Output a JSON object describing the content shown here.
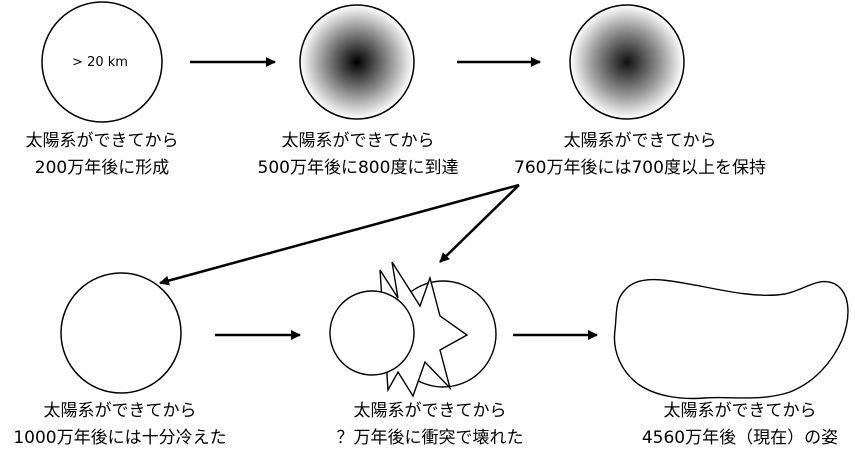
{
  "stages": [
    {
      "line1": "太陽系ができてから",
      "line2": "200万年後に形成",
      "annotation": "> 20 km"
    },
    {
      "line1": "太陽系ができてから",
      "line2": "500万年後に800度に到達"
    },
    {
      "line1": "太陽系ができてから",
      "line2": "760万年後には700度以上を保持"
    },
    {
      "line1": "太陽系ができてから",
      "line2": "1000万年後には十分冷えた"
    },
    {
      "line1": "太陽系ができてから",
      "line2": "？万年後に衝突で壊れた"
    },
    {
      "line1": "太陽系ができてから",
      "line2": "4560万年後（現在）の姿"
    }
  ],
  "colors": {
    "stroke": "#000000",
    "hot_core": "#000000",
    "cool_edge": "#ffffff"
  }
}
